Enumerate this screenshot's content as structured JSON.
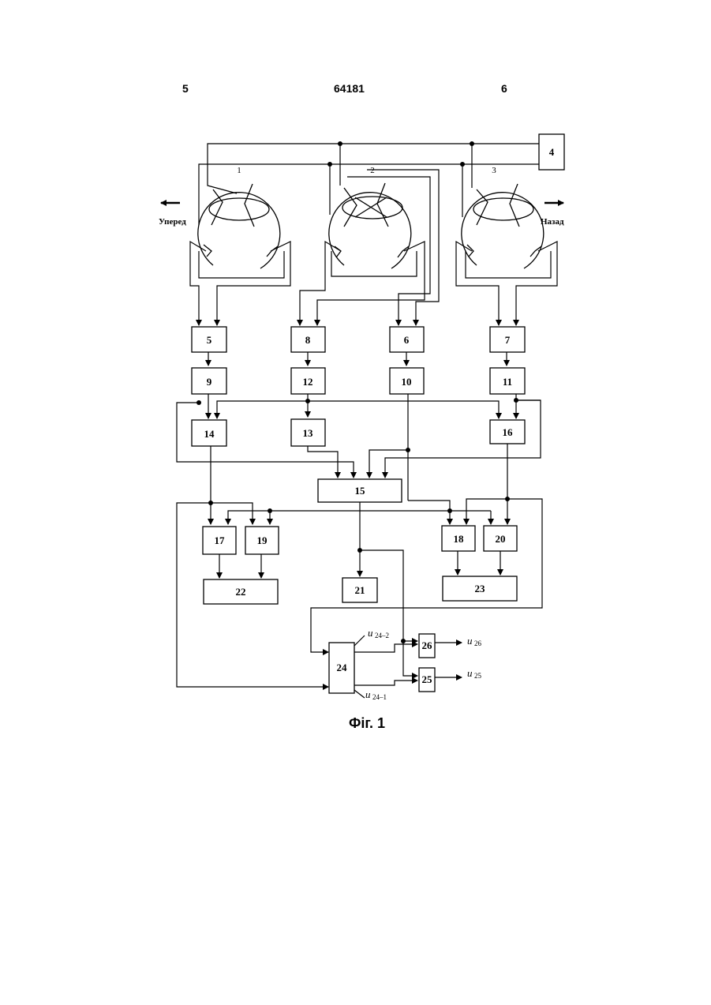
{
  "header": {
    "page_left": "5",
    "doc_number": "64181",
    "page_right": "6"
  },
  "figure": {
    "caption": "Фіг. 1",
    "direction_forward": "Уперед",
    "direction_back": "Назад",
    "motor_labels": [
      "1",
      "2",
      "3"
    ],
    "blocks": [
      "4",
      "5",
      "6",
      "7",
      "8",
      "9",
      "10",
      "11",
      "12",
      "13",
      "14",
      "15",
      "16",
      "17",
      "18",
      "19",
      "20",
      "21",
      "22",
      "23",
      "24",
      "25",
      "26"
    ],
    "signals": {
      "u24_2": {
        "main": "u",
        "sub": "24–2"
      },
      "u24_1": {
        "main": "u",
        "sub": "24–1"
      },
      "u26": {
        "main": "u",
        "sub": "26"
      },
      "u25": {
        "main": "u",
        "sub": "25"
      }
    }
  },
  "colors": {
    "ink": "#000000",
    "paper": "#ffffff"
  }
}
